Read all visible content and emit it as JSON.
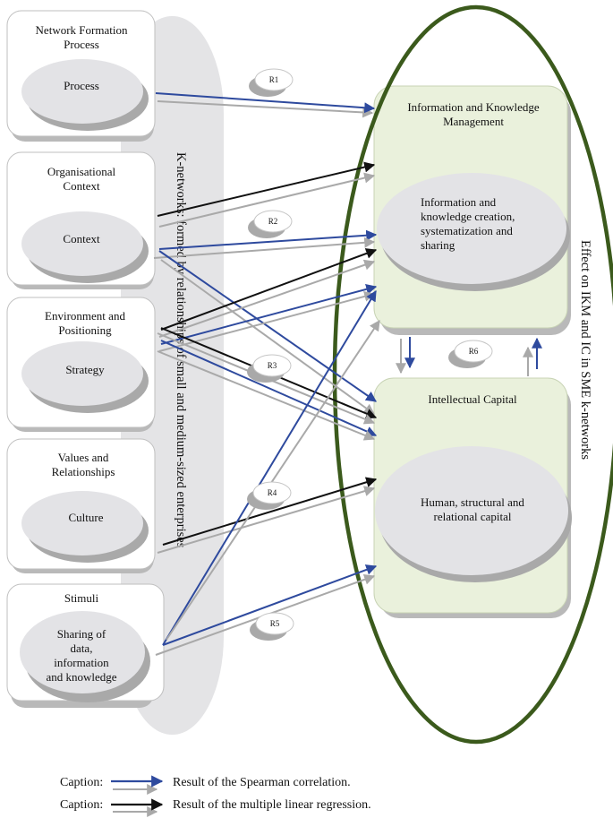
{
  "left_boxes": [
    {
      "title_lines": [
        "Network Formation",
        "Process"
      ],
      "inner_lines": [
        "Process"
      ]
    },
    {
      "title_lines": [
        "Organisational",
        "Context"
      ],
      "inner_lines": [
        "Context"
      ]
    },
    {
      "title_lines": [
        "Environment and",
        "Positioning"
      ],
      "inner_lines": [
        "Strategy"
      ]
    },
    {
      "title_lines": [
        "Values and",
        "Relationships"
      ],
      "inner_lines": [
        "Culture"
      ]
    },
    {
      "title_lines": [
        "Stimuli"
      ],
      "inner_lines": [
        "Sharing of",
        "data,",
        "information",
        "and knowledge"
      ]
    }
  ],
  "vertical_left_label": "K-networks: formed by relationships of small and medium-sized enterprises",
  "vertical_right_label": "Effect on IKM and IC in SME k-networks",
  "right_boxes": [
    {
      "title_lines": [
        "Information and Knowledge",
        "Management"
      ],
      "inner_lines": [
        "Information and",
        "knowledge creation,",
        "systematization and",
        "sharing"
      ]
    },
    {
      "title_lines": [
        "Intellectual Capital"
      ],
      "inner_lines": [
        "Human, structural and",
        "relational capital"
      ]
    }
  ],
  "relations": [
    "R1",
    "R2",
    "R3",
    "R4",
    "R5",
    "R6"
  ],
  "captions": [
    {
      "prefix": "Caption:",
      "text": "Result of the Spearman correlation."
    },
    {
      "prefix": "Caption:",
      "text": "Result of the multiple linear regression."
    }
  ],
  "colors": {
    "spearman": "#2e4a9e",
    "regression": "#111111",
    "gray_arrow": "#a9a9a9",
    "outer_ellipse": "#3b5a1c",
    "right_box_fill": "#eaf1dc",
    "inner_ellipse": "#e3e3e6",
    "left_band": "#e4e4e6"
  }
}
